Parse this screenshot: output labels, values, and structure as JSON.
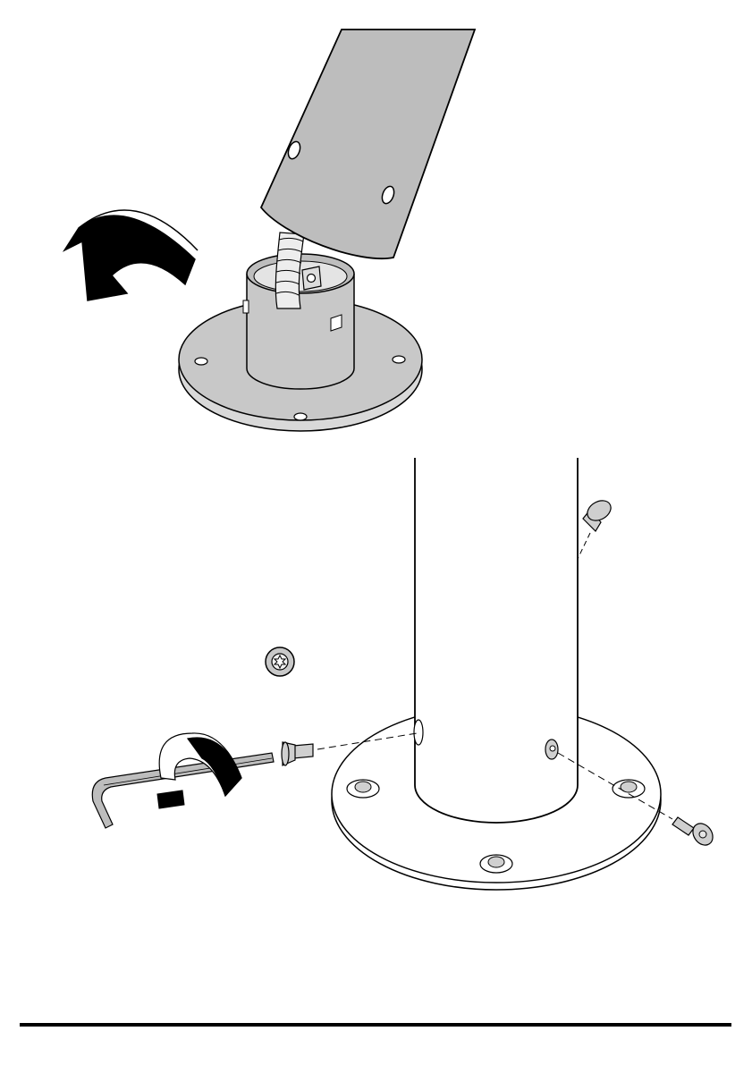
{
  "sheet": {
    "step_upper": {
      "parts": [
        "pole-tube",
        "base-plate",
        "base-collar",
        "spiral-cable-sleeve",
        "cage-nut",
        "rotation-arrow"
      ]
    },
    "step_lower": {
      "parts": [
        "pole-installed",
        "base-plate",
        "countersunk-screw",
        "torx-screw-head-detail",
        "hex-key-tool"
      ],
      "screw_count": 3
    },
    "colors": {
      "outline": "#000000",
      "fill_grey": "#c8c8c8",
      "fill_light": "#ececec",
      "background": "#ffffff"
    },
    "icons": [
      "rotate-arrow-icon",
      "torx-icon",
      "hex-key-icon"
    ]
  }
}
